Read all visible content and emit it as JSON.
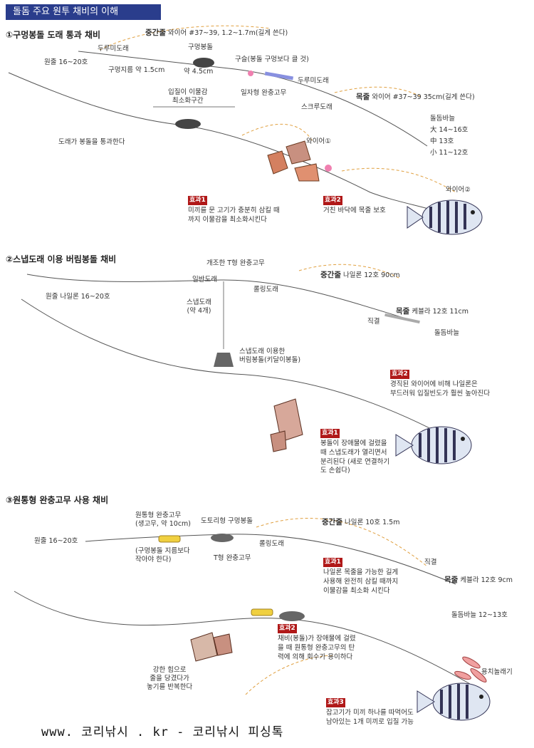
{
  "header": {
    "title": "돌돔 주요 원투 채비의 이해"
  },
  "section1": {
    "title": "①구멍봉돌 도래 통과 채비",
    "labels": {
      "mid_line": "와이어 #37~39, 1.2~1.7m(길게 쓴다)",
      "mid_line_head": "중간줄",
      "swivel1": "두루미도래",
      "sinker": "구멍봉돌",
      "main_line": "원줄 16~20호",
      "hole_size": "구멍지름 약 1.5cm",
      "sinker_size": "약 4.5cm",
      "bead": "구슬(봉돌 구멍보다 클 것)",
      "swivel2": "두루미도래",
      "cushion": "일자형 완충고무",
      "snap": "스크루도래",
      "leader_head": "목줄",
      "leader": "와이어 #37~39 35cm(길게 쓴다)",
      "resist1": "입질이 이물감",
      "resist2": "최소화구간",
      "pass": "도래가 봉돌을 통과한다",
      "hook_head": "돌돔바늘",
      "hook_large": "大   14~16호",
      "hook_mid": "中   13호",
      "hook_small": "小   11~12호",
      "wire1": "와이어①",
      "wire2": "와이어②"
    },
    "effect1": {
      "tag": "효과1",
      "text": "미끼를 문 고기가 충분히 삼킬 때\n까지 이물감을 최소화시킨다"
    },
    "effect2": {
      "tag": "효과2",
      "text": "거친 바닥에 목줄 보호"
    }
  },
  "section2": {
    "title": "②스냅도래 이용 버림봉돌 채비",
    "labels": {
      "tcushion": "개조한 T형 완충고무",
      "normal_swivel": "일반도래",
      "main_line": "원줄 나일론 16~20호",
      "rolling": "롤링도래",
      "snap": "스냅도래",
      "snap_count": "(약 4개)",
      "mid_line_head": "중간줄",
      "mid_line": "나일론 12호 90cm",
      "leader_head": "목줄",
      "leader": "케블라 12호 11cm",
      "direct": "직결",
      "hook": "돌돔바늘",
      "sinker1": "스냅도래 이용한",
      "sinker2": "버림봉돌(키달이봉돌)"
    },
    "effect1": {
      "tag": "효과1",
      "text": "봉돌이 장애물에 걸렸을\n때 스냅도래가 열리면서\n분리된다 (새로 연결하기\n도 손쉽다)"
    },
    "effect2": {
      "tag": "효과2",
      "text": "경직된 와이어에 비해 나일론은\n부드러워 입질빈도가 훨씬 높아진다"
    }
  },
  "section3": {
    "title": "③원통형 완충고무 사용 채비",
    "labels": {
      "tube": "원통형 완충고무",
      "tube_size": "(생고무, 약 10cm)",
      "main_line": "원줄 16~20호",
      "tube_note1": "(구멍봉돌 지름보다",
      "tube_note2": "작아야 한다)",
      "sinker": "도토리형 구멍봉돌",
      "tcushion": "T형 완충고무",
      "rolling": "롤링도래",
      "mid_line_head": "중간줄",
      "mid_line": "나일론 10호 1.5m",
      "direct": "직결",
      "leader_head": "목줄",
      "leader": "케블라 12호 9cm",
      "hook": "돌돔바늘 12~13호",
      "bait": "용치놀래기",
      "pull1": "강한 힘으로",
      "pull2": "줄을 당겼다가",
      "pull3": "놓기를 반복한다"
    },
    "effect1": {
      "tag": "효과1",
      "text": "나일론 목줄을 가능한 길게\n사용해 완전히 삼킬 때까지\n이물감을 최소화 시킨다"
    },
    "effect2": {
      "tag": "효과2",
      "text": "채비(봉돌)가 장애물에 걸렸\n을 때 원통형 완충고무의 탄\n력에 의해 회수가 용이하다"
    },
    "effect3": {
      "tag": "효과3",
      "text": "잡고기가 미끼 하나를 따먹어도\n남아있는 1개 미끼로 입질 가능"
    }
  },
  "footer": {
    "text": "www. 코리낚시 . kr  -  코리낚시 피싱톡"
  },
  "colors": {
    "banner": "#2a3d8c",
    "effect": "#b01818",
    "wire": "#e0a040"
  }
}
